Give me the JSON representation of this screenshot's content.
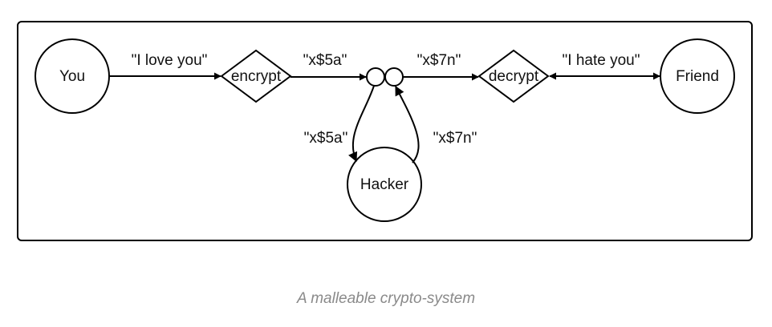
{
  "diagram": {
    "nodes": {
      "you": "You",
      "encrypt": "encrypt",
      "decrypt": "decrypt",
      "friend": "Friend",
      "hacker": "Hacker"
    },
    "edges": {
      "you_to_encrypt": "\"I love you\"",
      "encrypt_to_junction": "\"x$5a\"",
      "junction_to_decrypt": "\"x$7n\"",
      "decrypt_friend": "\"I hate you\"",
      "junction_to_hacker": "\"x$5a\"",
      "hacker_to_junction": "\"x$7n\""
    }
  },
  "caption": "A malleable crypto-system"
}
